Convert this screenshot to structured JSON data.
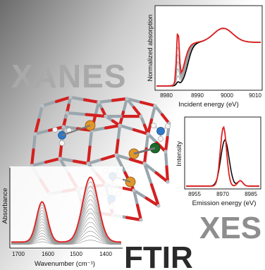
{
  "labels": {
    "xanes": "XANES",
    "xes": "XES",
    "ftir": "FTIR"
  },
  "colors": {
    "highlight": "#e02020",
    "trace": "#000000",
    "copper": "#e0962a",
    "chlorine": "#1a6b2a",
    "nitrogen": "#2e78c8",
    "oxygen": "#d42020",
    "framework": "#9aa6ad"
  },
  "xanes_panel": {
    "xlabel": "Incident energy (eV)",
    "ylabel": "Normalized absorption",
    "ticks": [
      "8980",
      "8990",
      "9000",
      "9010"
    ]
  },
  "xes_panel": {
    "xlabel": "Emission energy (eV)",
    "ylabel": "Intensity",
    "ticks": [
      "8955",
      "8970",
      "8985"
    ]
  },
  "ftir_panel": {
    "xlabel": "Wavenumber (cm⁻¹)",
    "ylabel": "Absorbance",
    "ticks": [
      "1700",
      "1600",
      "1500",
      "1400"
    ]
  },
  "molecule": {
    "atoms": [
      "copper-atom",
      "chlorine-atom",
      "nitrogen-atom",
      "hydrogen-atom"
    ]
  }
}
